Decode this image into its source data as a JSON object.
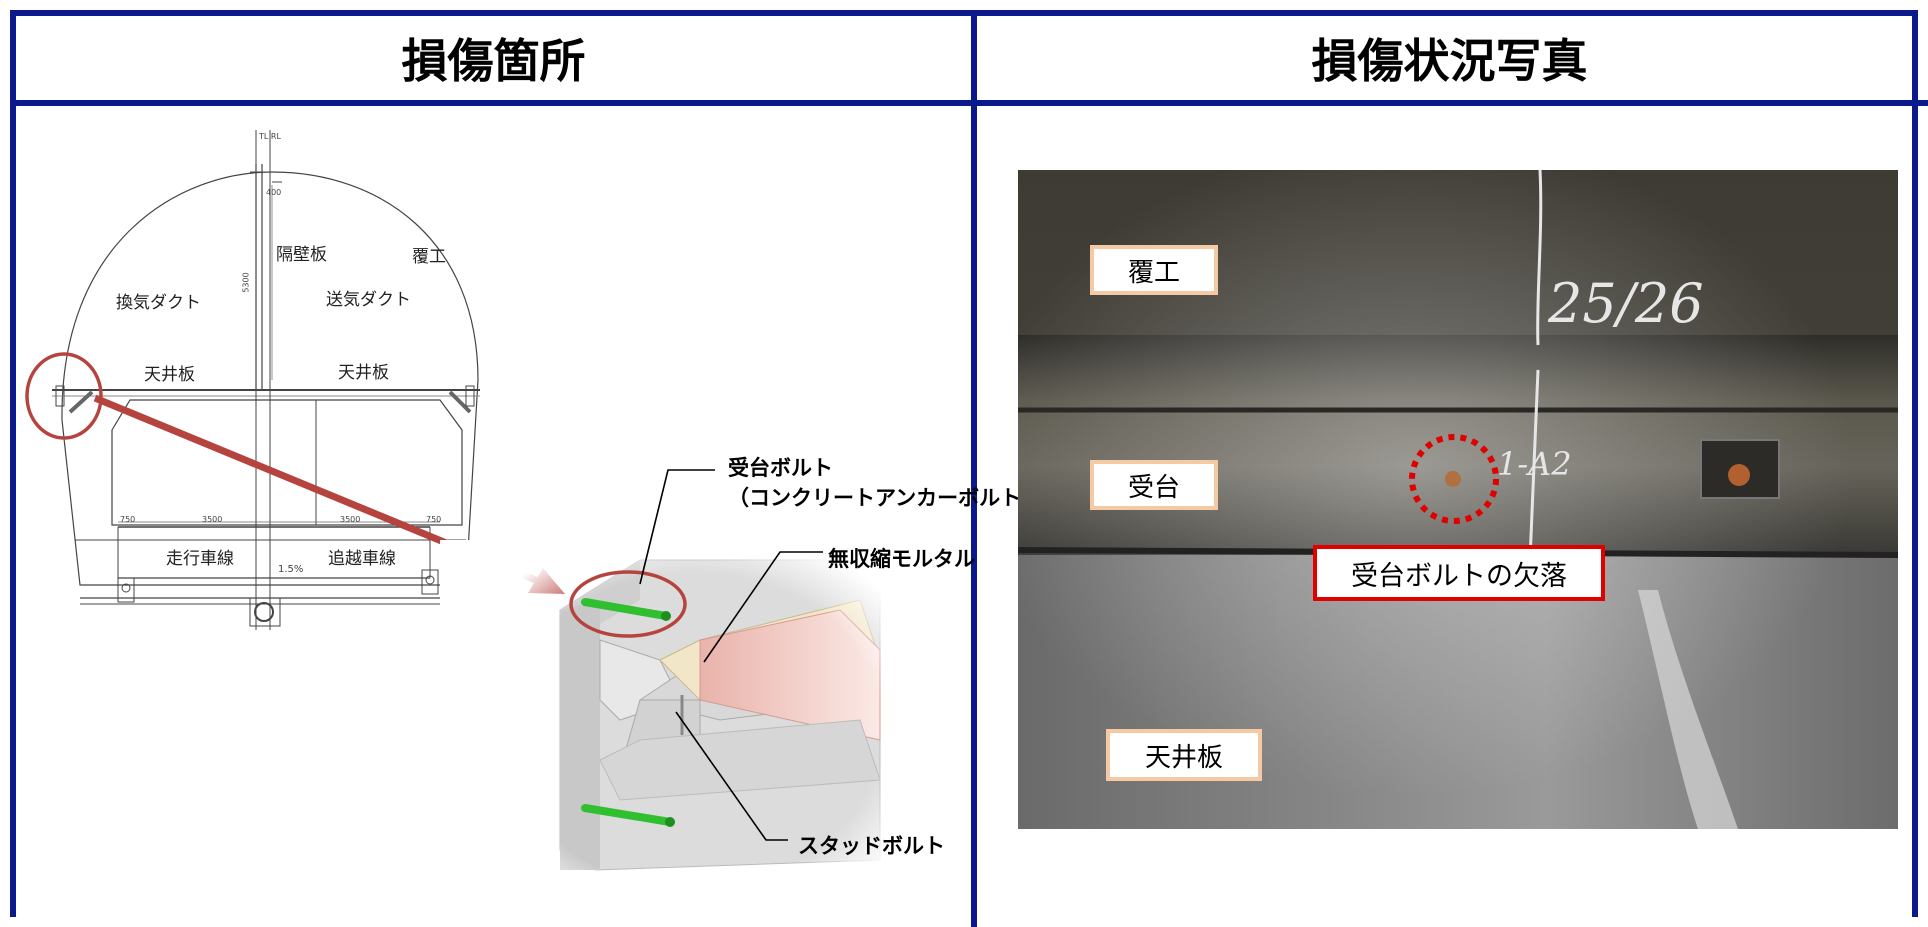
{
  "left_panel": {
    "title": "損傷箇所",
    "section_labels": {
      "tl_rl": "TL RL",
      "top_dim": "400",
      "vertical_dim": "5300",
      "partition": "隔壁板",
      "lining": "覆工",
      "exhaust_duct": "換気ダクト",
      "supply_duct": "送気ダクト",
      "ceiling_left": "天井板",
      "ceiling_right": "天井板",
      "dim_750_left": "750",
      "dim_3500_left": "3500",
      "dim_3500_right": "3500",
      "dim_750_right": "750",
      "lane_driving": "走行車線",
      "lane_passing": "追越車線",
      "slope": "1.5%"
    },
    "callouts": {
      "bolt_line1": "受台ボルト",
      "bolt_line2": "（コンクリートアンカーボルト）",
      "mortar": "無収縮モルタル",
      "stud": "スタッドボルト"
    }
  },
  "right_panel": {
    "title": "損傷状況写真",
    "labels": {
      "lining": "覆工",
      "support": "受台",
      "ceiling": "天井板",
      "damage": "受台ボルトの欠落"
    },
    "chalk_marks": {
      "numbers": "25/26",
      "tag": "1-A2"
    }
  },
  "colors": {
    "frame": "#0a1a8c",
    "callout_circle": "#b5443f",
    "label_border": "#f4c9a3",
    "damage_border": "#e00000",
    "bolt_green": "#2fbf2f"
  }
}
